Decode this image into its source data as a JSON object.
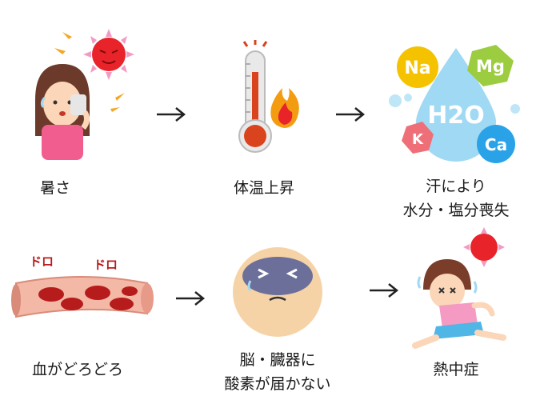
{
  "labels": {
    "heat": "暑さ",
    "body_temp_rise": "体温上昇",
    "sweat_line1": "汗により",
    "sweat_line2": "水分・塩分喪失",
    "thick_blood": "血がどろどろ",
    "brain_line1": "脳・臓器に",
    "brain_line2": "酸素が届かない",
    "heatstroke": "熱中症"
  },
  "illustration_text": {
    "elements": [
      "Na",
      "Mg",
      "K",
      "Ca"
    ],
    "water": "H2O",
    "doro": "ドロ"
  },
  "colors": {
    "sun": "#e8232a",
    "sun_ray": "#f39ac3",
    "heat_arrow": "#f5a623",
    "thermo_red": "#d9431e",
    "flame": "#f39c12",
    "na": "#f5c200",
    "mg": "#9ccc3f",
    "k": "#ef6f79",
    "ca": "#2aa2e8",
    "drop": "#9fd9f3",
    "blood": "#b71c1c",
    "vessel": "#f4b8a6"
  }
}
